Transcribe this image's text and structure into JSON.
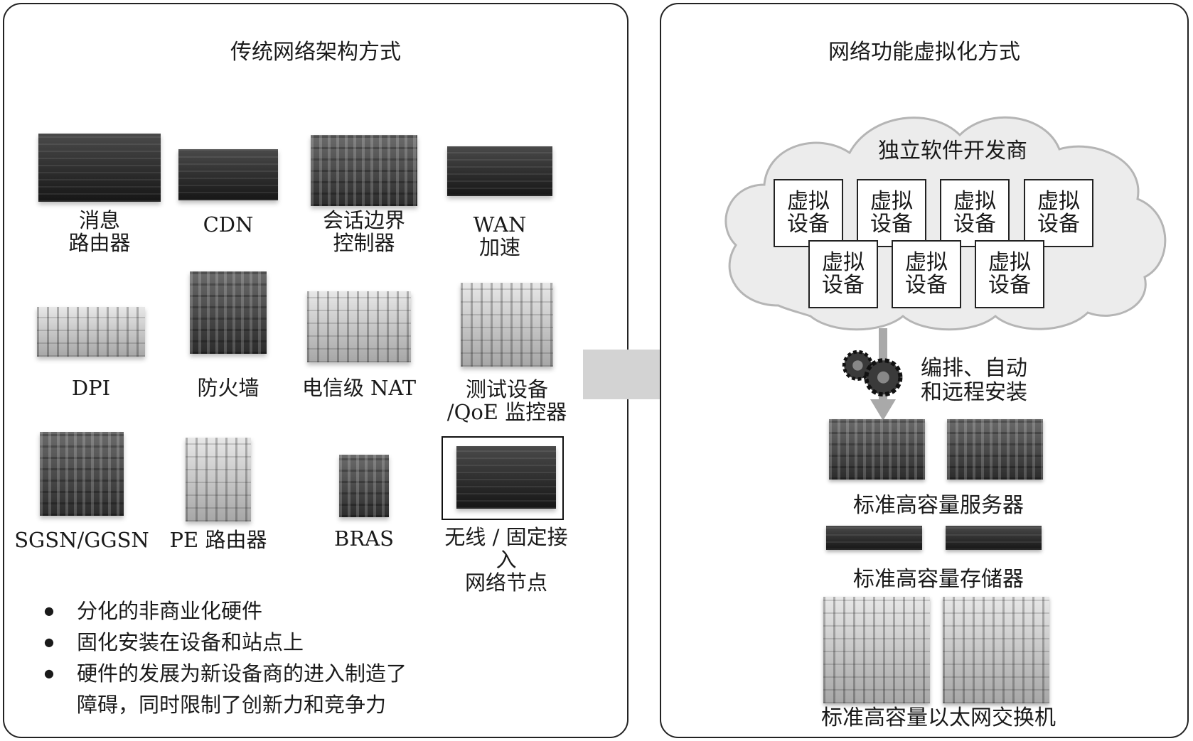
{
  "left": {
    "title": "传统网络架构方式",
    "devices": [
      {
        "label": "消息\n路由器"
      },
      {
        "label": "CDN"
      },
      {
        "label": "会话边界\n控制器"
      },
      {
        "label": "WAN\n加速"
      },
      {
        "label": "DPI"
      },
      {
        "label": "防火墙"
      },
      {
        "label": "电信级 NAT"
      },
      {
        "label": "测试设备\n/QoE 监控器"
      },
      {
        "label": "SGSN/GGSN"
      },
      {
        "label": "PE 路由器"
      },
      {
        "label": "BRAS"
      },
      {
        "label": "无线 / 固定接入\n网络节点"
      }
    ],
    "bullets": [
      "分化的非商业化硬件",
      "固化安装在设备和站点上",
      "硬件的发展为新设备商的进入制造了\n障碍，同时限制了创新力和竞争力"
    ]
  },
  "right": {
    "title": "网络功能虚拟化方式",
    "isv": "独立软件开发商",
    "virtual_appliance": "虚拟\n设备",
    "orchestration": "编排、自动\n和远程安装",
    "servers_label": "标准高容量服务器",
    "storage_label": "标准高容量存储器",
    "switches_label": "标准高容量以太网交换机"
  },
  "colors": {
    "arrow": "#d3d3d3",
    "border": "#222222"
  }
}
